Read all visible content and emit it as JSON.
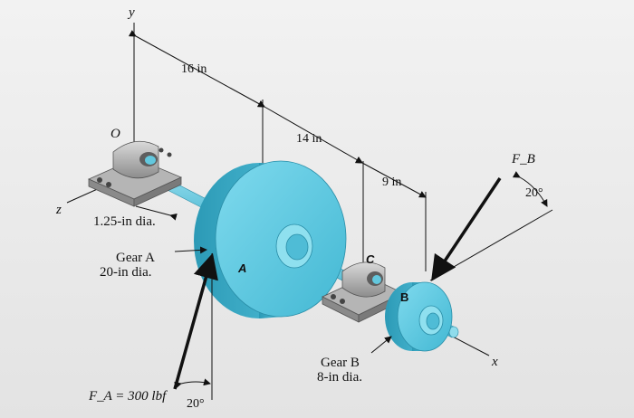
{
  "axes": {
    "y": "y",
    "z": "z",
    "x": "x",
    "origin": "O"
  },
  "dimensions": {
    "d1": "16 in",
    "d2": "14 in",
    "d3": "9 in"
  },
  "shaft": {
    "diameter": "1.25-in dia."
  },
  "gear_a": {
    "name": "Gear A",
    "letter": "A",
    "diameter": "20-in dia."
  },
  "gear_b": {
    "name": "Gear B",
    "letter": "B",
    "diameter": "8-in dia."
  },
  "bearing_c": {
    "letter": "C"
  },
  "forces": {
    "fa": "F_A = 300 lbf",
    "fa_angle": "20°",
    "fb": "F_B",
    "fb_angle": "20°"
  },
  "colors": {
    "shaft": "#5ec6dd",
    "gear": "#66cfe4",
    "bearing": "#a8a8a8",
    "background": "#ececec"
  }
}
